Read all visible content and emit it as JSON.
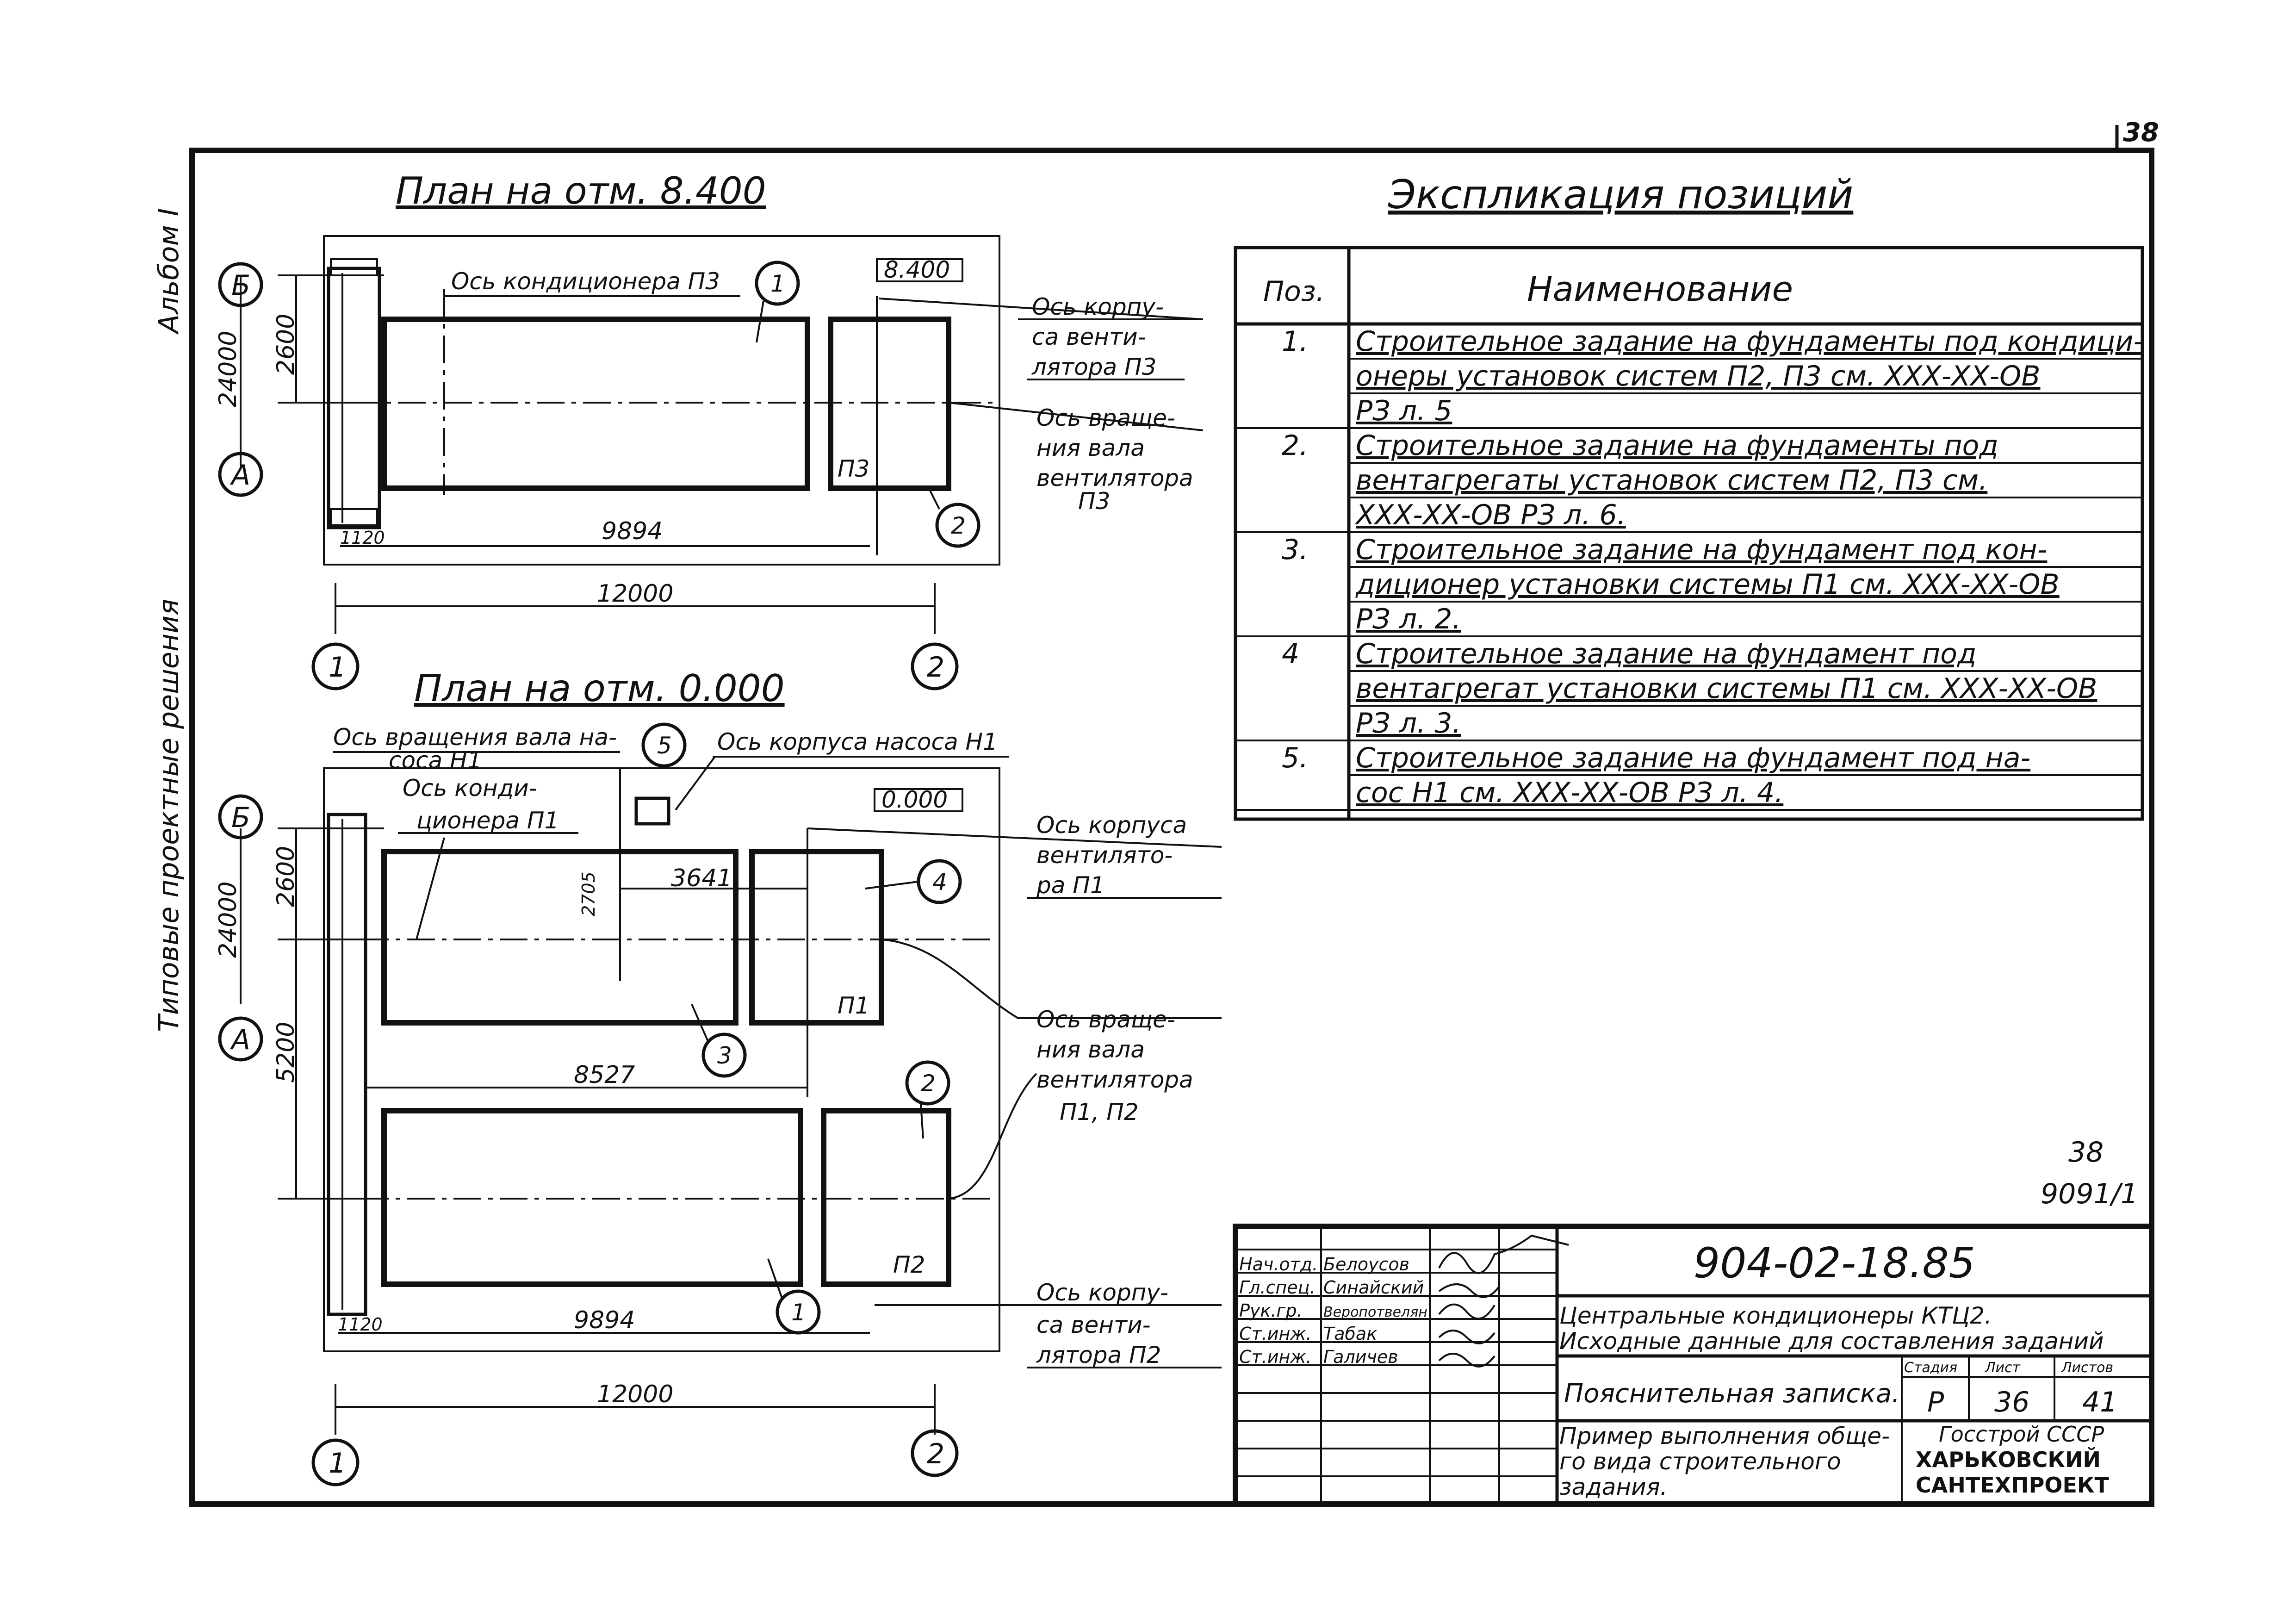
{
  "sheet_number": "38",
  "margin": {
    "album": "Альбом I",
    "series": "Типовые проектные решения"
  },
  "plan_top": {
    "title": "План на отм. 8.400",
    "level_mark": "8.400",
    "axis_b": "Б",
    "axis_a": "А",
    "axis_1": "1",
    "axis_2": "2",
    "dim_total_height": "24000",
    "dim_2600": "2600",
    "dim_1120": "1120",
    "dim_9894": "9894",
    "dim_12000": "12000",
    "unit_label": "П3",
    "label_cond_axis": "Ось кондиционера П3",
    "label_body_axis": [
      "Ось корпу-",
      "са венти-",
      "лятора П3"
    ],
    "label_rot_axis": [
      "Ось враще-",
      "ния вала",
      "вентилятора",
      "П3"
    ],
    "pos1": "1",
    "pos2": "2"
  },
  "plan_bottom": {
    "title": "План на отм. 0.000",
    "level_mark": "0.000",
    "axis_b": "Б",
    "axis_a": "А",
    "axis_1": "1",
    "axis_2": "2",
    "dim_total_height": "24000",
    "dim_2600": "2600",
    "dim_5200": "5200",
    "dim_2705": "2705",
    "dim_3641": "3641",
    "dim_8527": "8527",
    "dim_1120": "1120",
    "dim_9894": "9894",
    "dim_12000": "12000",
    "unit_p1": "П1",
    "unit_p2": "П2",
    "label_pump_rot": [
      "Ось вращения вала на-",
      "соса Н1"
    ],
    "label_pump_body": "Ось корпуса насоса Н1",
    "label_cond_axis": [
      "Ось конди-",
      "ционера П1"
    ],
    "label_body_p1": [
      "Ось корпуса",
      "вентилято-",
      "ра П1"
    ],
    "label_rot_p1p2": [
      "Ось враще-",
      "ния вала",
      "вентилятора",
      "П1, П2"
    ],
    "label_body_p2": [
      "Ось корпу-",
      "са венти-",
      "лятора П2"
    ],
    "pos1": "1",
    "pos2": "2",
    "pos3": "3",
    "pos4": "4",
    "pos5": "5"
  },
  "explication": {
    "title": "Экспликация позиций",
    "col_pos": "Поз.",
    "col_name": "Наименование",
    "rows": [
      {
        "pos": "1.",
        "lines": [
          "Строительное задание на фундаменты под кондици-",
          "онеры установок систем П2, П3 см. ХХХ-ХХ-ОВ",
          "РЗ л. 5"
        ]
      },
      {
        "pos": "2.",
        "lines": [
          "Строительное задание на фундаменты под",
          "вентагрегаты установок систем П2, П3 см.",
          "ХХХ-ХХ-ОВ  РЗ л. 6."
        ]
      },
      {
        "pos": "3.",
        "lines": [
          "Строительное задание на фундамент под кон-",
          "диционер установки системы П1 см. ХХХ-ХХ-ОВ",
          "РЗ л. 2."
        ]
      },
      {
        "pos": "4",
        "lines": [
          "Строительное задание на фундамент под",
          "вентагрегат установки системы П1 см. ХХХ-ХХ-ОВ",
          "РЗ л. 3."
        ]
      },
      {
        "pos": "5.",
        "lines": [
          "Строительное задание на фундамент под на-",
          "сос Н1 см. ХХХ-ХХ-ОВ  РЗ л. 4."
        ]
      }
    ]
  },
  "side_note": {
    "line1": "38",
    "line2": "9091/1"
  },
  "title_block": {
    "doc_code": "904-02-18.85",
    "roles": [
      "Нач.отд.",
      "Гл.спец.",
      "Рук.гр.",
      "Ст.инж.",
      "Ст.инж."
    ],
    "names": [
      "Белоусов",
      "Синайский",
      "Веропотвелян",
      "Табак",
      "Галичев"
    ],
    "project": [
      "Центральные кондиционеры КТЦ2.",
      "Исходные данные для составления заданий"
    ],
    "doc_name": "Пояснительная записка.",
    "hdr_stage": "Стадия",
    "hdr_sheet": "Лист",
    "hdr_sheets": "Листов",
    "stage": "Р",
    "sheet": "36",
    "sheets": "41",
    "sheet_title": [
      "Пример выполнения обще-",
      "го вида строительного",
      "задания."
    ],
    "org": [
      "Госстрой СССР",
      "ХАРЬКОВСКИЙ",
      "САНТЕХПРОЕКТ"
    ]
  }
}
